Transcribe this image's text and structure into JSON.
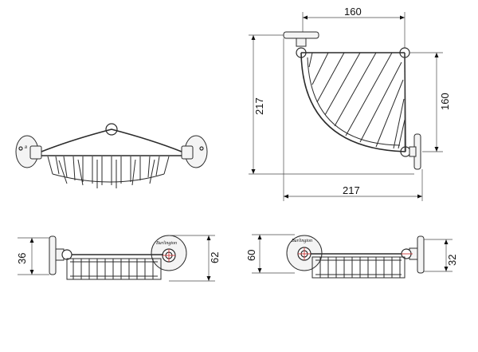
{
  "dimensions": {
    "top_width": "160",
    "side_depth": "160",
    "overall_height_left": "217",
    "overall_width_bottom": "217",
    "side_height_36": "36",
    "side_height_62": "62",
    "front_height_60": "60",
    "front_height_32": "32"
  },
  "logo_text": "Burlington"
}
